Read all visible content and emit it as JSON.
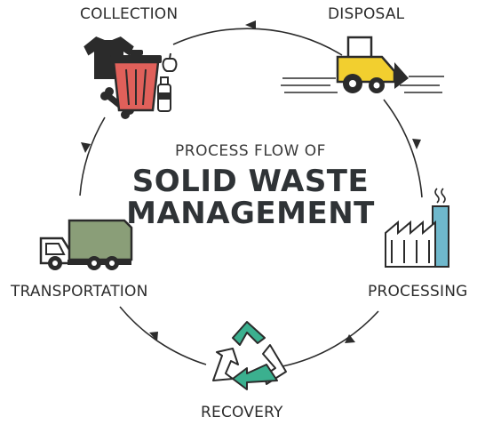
{
  "title": {
    "subtitle": "PROCESS FLOW OF",
    "line1": "SOLID WASTE",
    "line2": "MANAGEMENT"
  },
  "stages": {
    "collection": "COLLECTION",
    "disposal": "DISPOSAL",
    "processing": "PROCESSING",
    "recovery": "RECOVERY",
    "transportation": "TRANSPORTATION"
  },
  "colors": {
    "ink": "#2b2b2b",
    "bin_red": "#e0605a",
    "truck_green": "#8a9e78",
    "bulldozer_yellow": "#f2cf2f",
    "factory_blue": "#6fb8cc",
    "recycle_green": "#3bb08f"
  },
  "icons": [
    "collection-icon",
    "disposal-icon",
    "processing-icon",
    "recovery-icon",
    "transportation-icon"
  ]
}
